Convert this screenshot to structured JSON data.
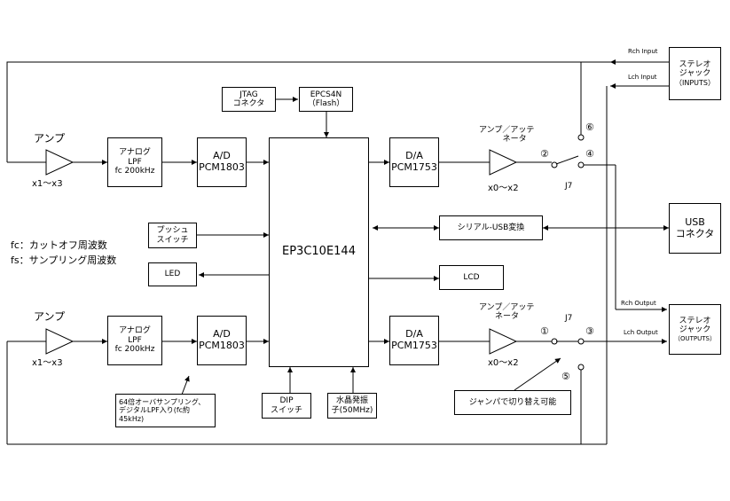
{
  "blocks": {
    "jtag": [
      "JTAG",
      "コネクタ"
    ],
    "epcs": [
      "EPCS4N",
      "（Flash）"
    ],
    "fpga": "EP3C10E144",
    "lpf_top": [
      "アナログ",
      "LPF",
      "fc 200kHz"
    ],
    "lpf_bot": [
      "アナログ",
      "LPF",
      "fc 200kHz"
    ],
    "ad_top": [
      "A/D",
      "PCM1803"
    ],
    "ad_bot": [
      "A/D",
      "PCM1803"
    ],
    "da_top": [
      "D/A",
      "PCM1753"
    ],
    "da_bot": [
      "D/A",
      "PCM1753"
    ],
    "push": [
      "プッシュ",
      "スイッチ"
    ],
    "led": "LED",
    "lcd": "LCD",
    "serial_usb": "シリアル-USB変換",
    "usb": [
      "USB",
      "コネクタ"
    ],
    "dip": [
      "DIP",
      "スイッチ"
    ],
    "xtal": [
      "水晶発振",
      "子(50MHz)"
    ],
    "jack_in": [
      "ステレオ",
      "ジャック",
      "（INPUTS）"
    ],
    "jack_out": [
      "ステレオ",
      "ジャック",
      "（OUTPUTS）"
    ],
    "note_box": [
      "64倍オーバサンプリング、",
      "デジタルLPF入り(fc約",
      "45kHz)"
    ],
    "jumper_note": "ジャンパで切り替え可能"
  },
  "labels": {
    "amp_in_top": "アンプ",
    "amp_in_bot": "アンプ",
    "gain_in_top": "x1～x3",
    "gain_in_bot": "x1～x3",
    "amp_att_top": [
      "アンプ／アッテ",
      "ネータ"
    ],
    "amp_att_bot": [
      "アンプ／アッテ",
      "ネータ"
    ],
    "gain_out_top": "x0～x2",
    "gain_out_bot": "x0～x2",
    "j7_top": "J7",
    "j7_bot": "J7",
    "fc_legend": "fc：カットオフ周波数",
    "fs_legend": "fs：サンプリング周波数",
    "rch_input": "Rch Input",
    "lch_input": "Lch Input",
    "rch_output": "Rch Output",
    "lch_output": "Lch Output",
    "pin1": "①",
    "pin2": "②",
    "pin3": "③",
    "pin4": "④",
    "pin5": "⑤",
    "pin6": "⑥"
  }
}
